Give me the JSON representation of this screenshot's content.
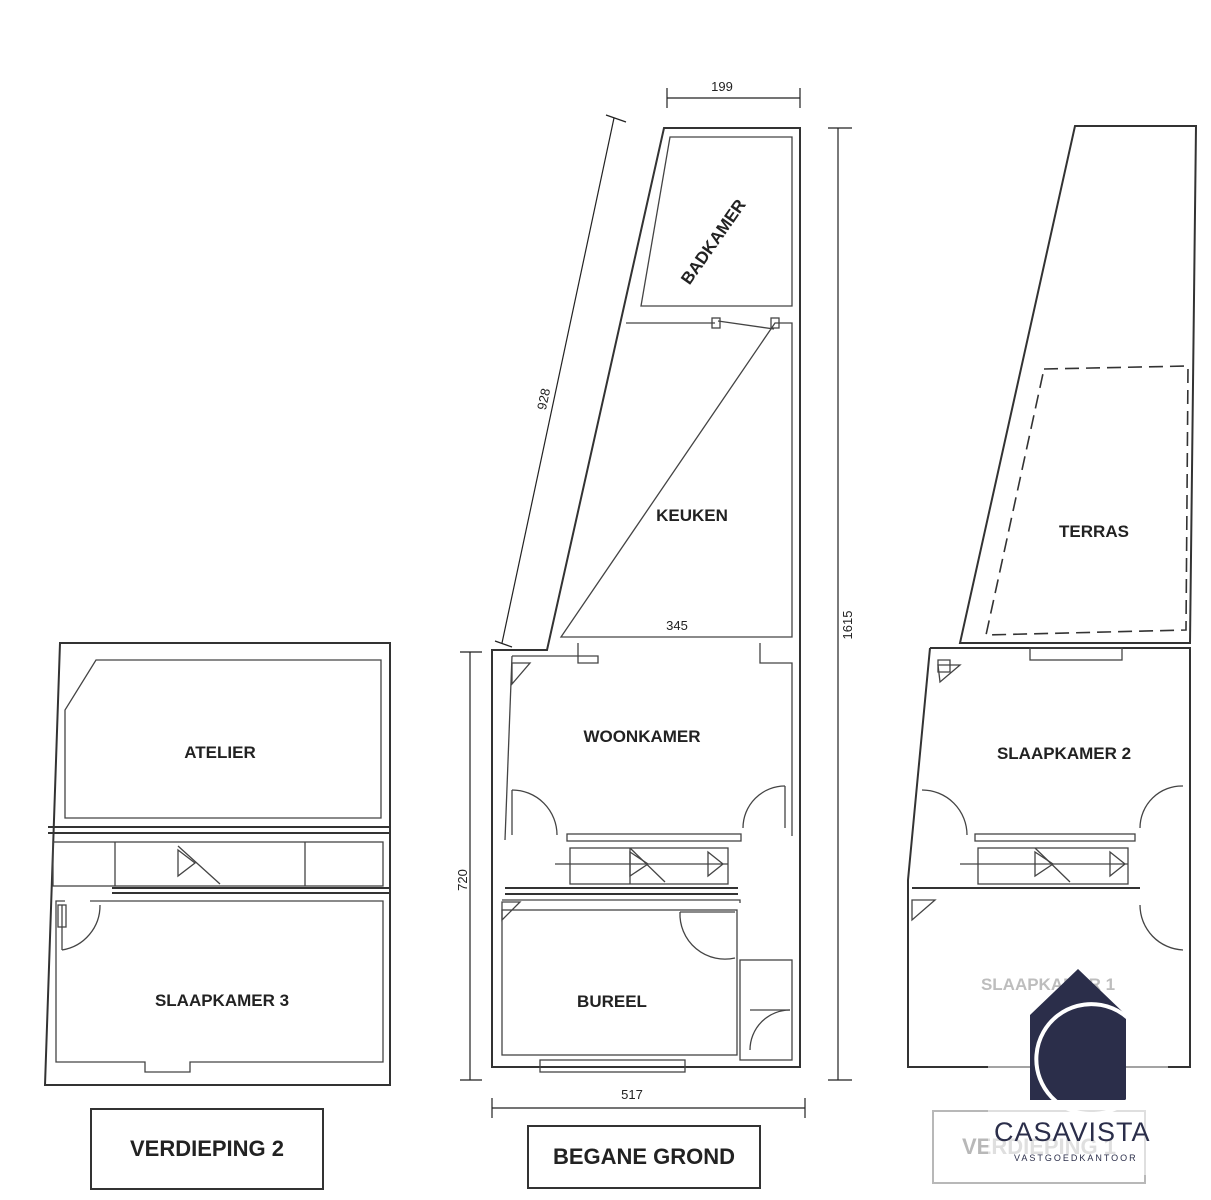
{
  "rooms": {
    "atelier": "ATELIER",
    "slaapkamer3": "SLAAPKAMER 3",
    "badkamer": "BADKAMER",
    "keuken": "KEUKEN",
    "woonkamer": "WOONKAMER",
    "bureel": "BUREEL",
    "terras": "TERRAS",
    "slaapkamer2": "SLAAPKAMER 2",
    "slaapkamer1": "SLAAPKAMER 1"
  },
  "dimensions": {
    "top_width": "199",
    "diagonal": "928",
    "kitchen_width": "345",
    "total_length": "1615",
    "front_depth": "720",
    "bottom_width": "517"
  },
  "floors": {
    "second": "VERDIEPING 2",
    "ground": "BEGANE GROND",
    "first": "VERDIEPING 1"
  },
  "logo": {
    "brand_casa": "CASA",
    "brand_vista": "VISTA",
    "tagline": "VASTGOEDKANTOOR",
    "color": "#2b2e4a"
  }
}
